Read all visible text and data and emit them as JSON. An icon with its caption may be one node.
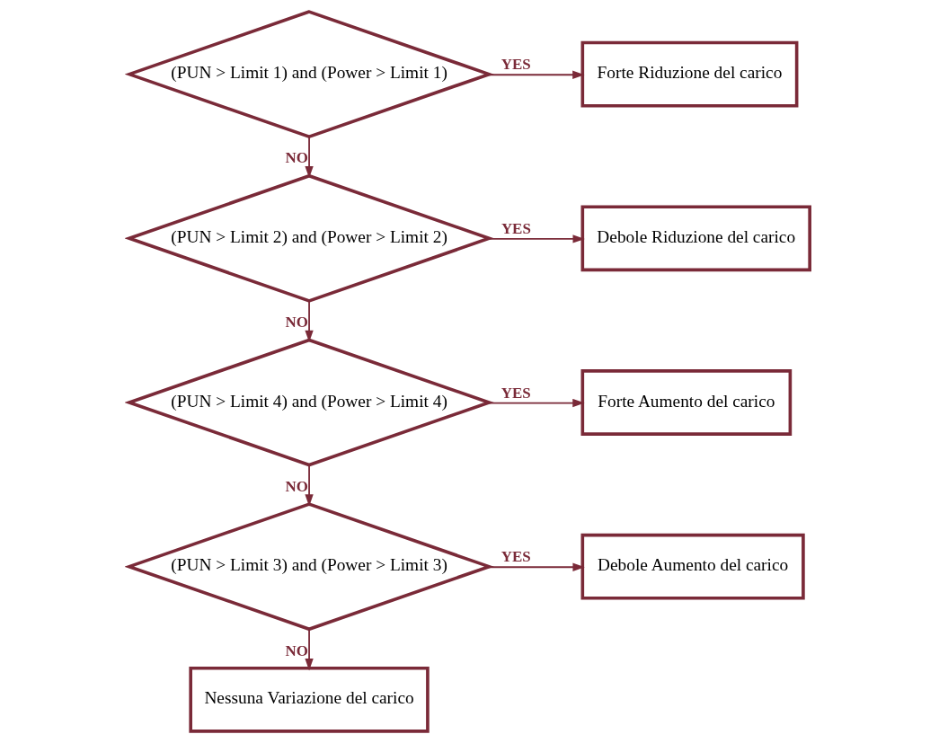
{
  "diagram": {
    "nodes": [
      {
        "text": [
          "(PUN > Limit 1) and (Power > Limit 1)"
        ]
      },
      {
        "text": [
          "Forte Riduzione del carico"
        ]
      },
      {
        "text": [
          "(PUN > Limit 2) and (Power > Limit 2)"
        ]
      },
      {
        "text": [
          "Debole Riduzione del carico"
        ]
      },
      {
        "text": [
          "(PUN > Limit 4) and (Power > Limit 4)"
        ]
      },
      {
        "text": [
          "Forte Aumento del carico"
        ]
      },
      {
        "text": [
          "(PUN > Limit 3) and (Power > Limit 3)"
        ]
      },
      {
        "text": [
          "Debole Aumento del carico"
        ]
      },
      {
        "text": [
          "Nessuna Variazione del carico"
        ]
      }
    ],
    "edges": [
      {
        "from": 0,
        "to": 1,
        "arrow": "to",
        "label": "YES"
      },
      {
        "from": 0,
        "to": 2,
        "arrow": "to",
        "label": "NO"
      },
      {
        "from": 2,
        "to": 3,
        "arrow": "to",
        "label": "YES"
      },
      {
        "from": 2,
        "to": 4,
        "arrow": "to",
        "label": "NO"
      },
      {
        "from": 4,
        "to": 5,
        "arrow": "to",
        "label": "YES"
      },
      {
        "from": 4,
        "to": 6,
        "arrow": "to",
        "label": "NO"
      },
      {
        "from": 6,
        "to": 7,
        "arrow": "to",
        "label": "YES"
      },
      {
        "from": 6,
        "to": 8,
        "arrow": "to",
        "label": "NO"
      }
    ]
  }
}
